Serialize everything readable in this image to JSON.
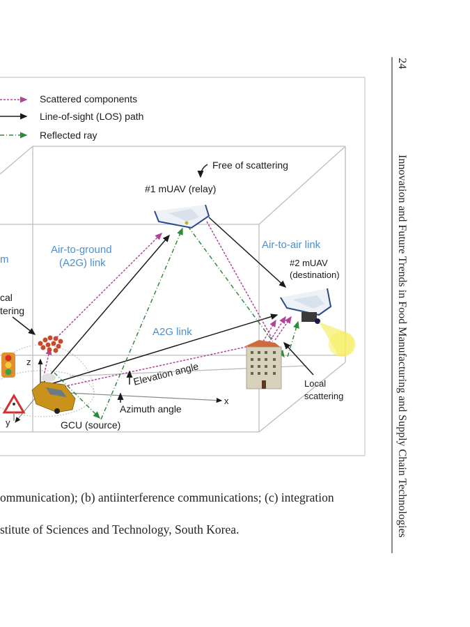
{
  "legend": {
    "scattered": "Scattered components",
    "los": "Line-of-sight (LOS) path",
    "reflected": "Reflected ray"
  },
  "labels": {
    "free_of_scattering": "Free of scattering",
    "uav1": "#1 mUAV (relay)",
    "uav2_line1": "#2 mUAV",
    "uav2_line2": "(destination)",
    "air_to_ground_line1": "Air-to-ground",
    "air_to_ground_line2": "(A2G) link",
    "air_to_air": "Air-to-air link",
    "a2g_link": "A2G link",
    "cut_blue": "m",
    "local_left_line1": "cal",
    "local_left_line2": "tering",
    "local_right_line1": "Local",
    "local_right_line2": "scattering",
    "elevation": "Elevation angle",
    "azimuth": "Azimuth angle",
    "gcu": "GCU (source)",
    "axis_x": "x",
    "axis_y": "y",
    "axis_z": "z"
  },
  "caption": {
    "line1": "ommunication); (b) antiinterference communications; (c) integration",
    "line2": "stitute of Sciences and Technology, South Korea."
  },
  "running_head": {
    "page_number": "24",
    "title": "Innovation and Future Trends in Food Manufacturing and Supply Chain Technologies"
  },
  "colors": {
    "scattered": "#b0449a",
    "los": "#1a1a1a",
    "reflected": "#2e8b3e",
    "link_label": "#4a90d0",
    "box_edge": "#bdbdbd"
  }
}
